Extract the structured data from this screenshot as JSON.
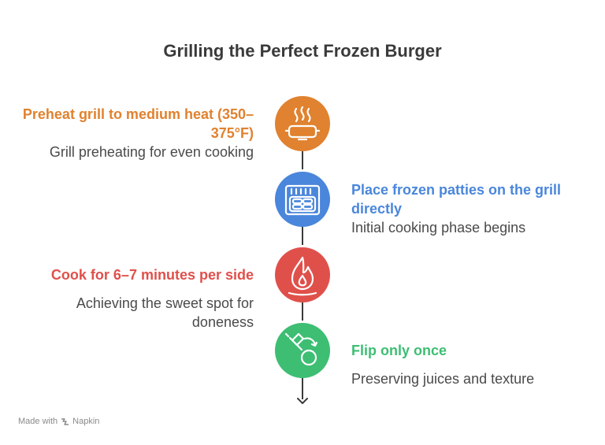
{
  "title": "Grilling the Perfect Frozen Burger",
  "steps": [
    {
      "heading": "Preheat grill to medium heat (350–375°F)",
      "description": "Grill preheating for even cooking",
      "color": "#E0822F",
      "icon": "grill-pan-heat-icon"
    },
    {
      "heading": "Place frozen patties on the grill directly",
      "description": "Initial cooking phase begins",
      "color": "#4A86DB",
      "icon": "oven-tray-icon"
    },
    {
      "heading": "Cook for 6–7 minutes per side",
      "description": "Achieving the sweet spot for doneness",
      "color": "#E0504B",
      "icon": "flame-icon"
    },
    {
      "heading": "Flip only once",
      "description": "Preserving juices and texture",
      "color": "#3DBE73",
      "icon": "spatula-flip-icon"
    }
  ],
  "footer": {
    "made_with": "Made with",
    "brand": "Napkin"
  }
}
